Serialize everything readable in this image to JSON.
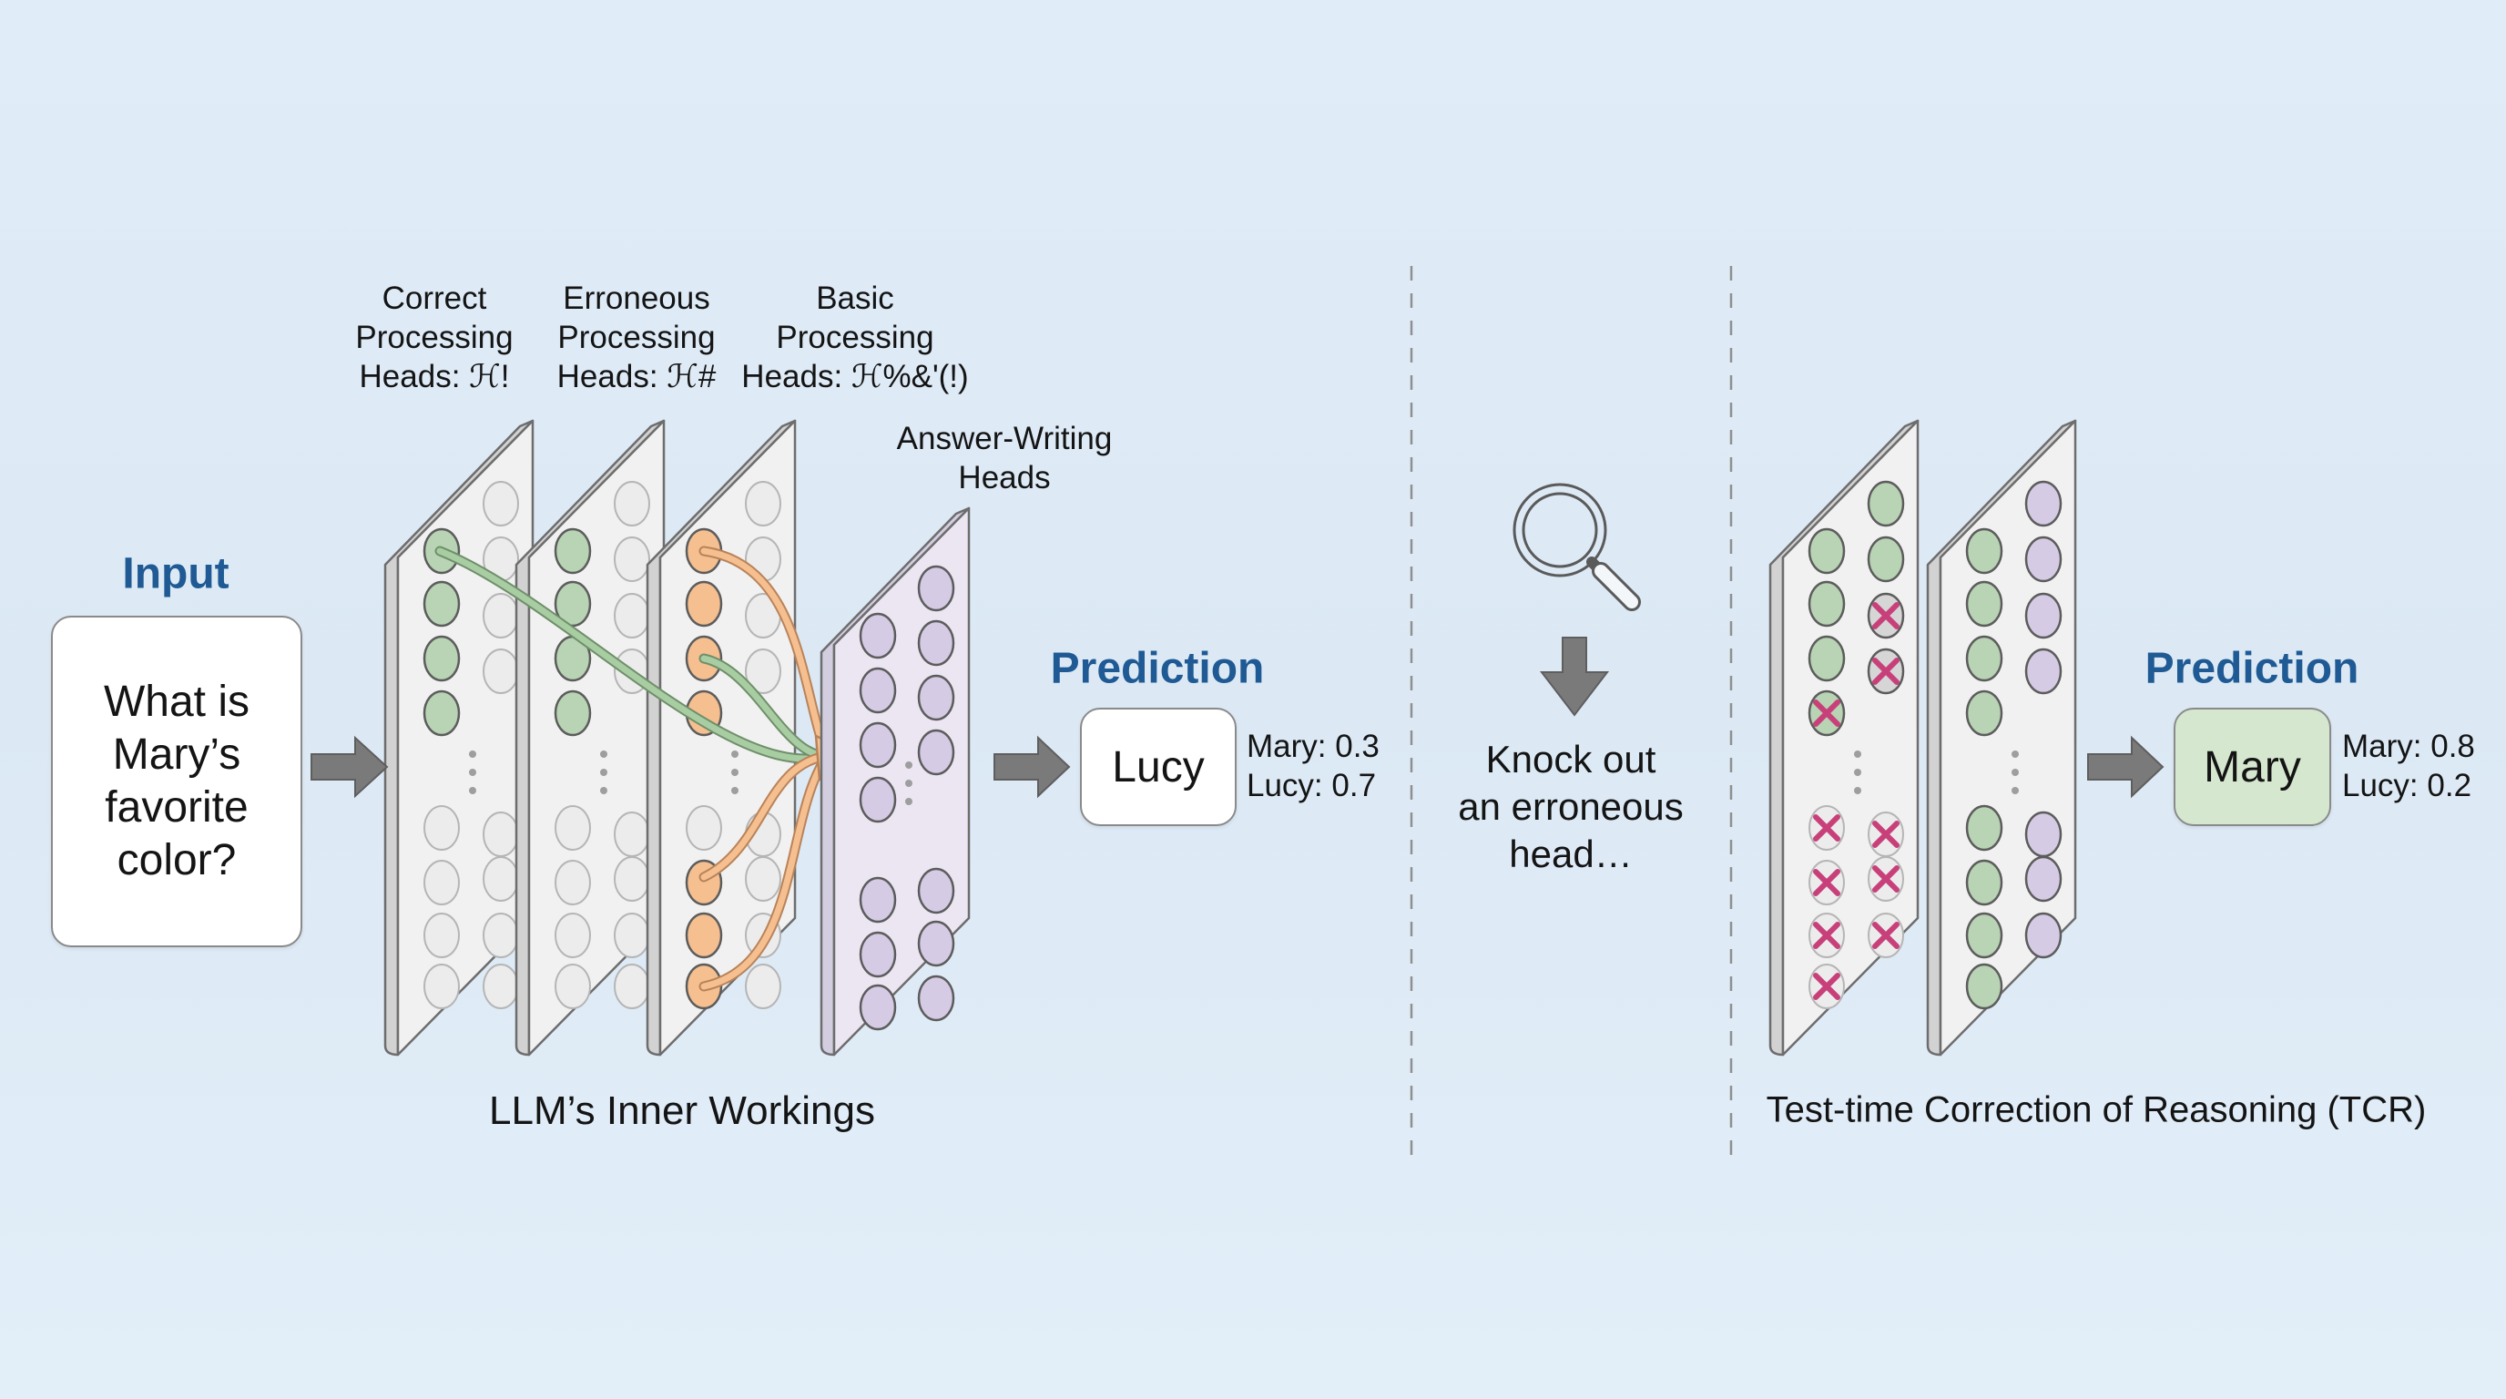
{
  "left": {
    "input_title": "Input",
    "input_question_lines": [
      "What is",
      "Mary’s",
      "favorite",
      "color?"
    ],
    "head_labels": [
      {
        "lines": [
          "Correct",
          "Processing",
          "Heads: ℋ!"
        ]
      },
      {
        "lines": [
          "Erroneous",
          "Processing",
          "Heads: ℋ#"
        ]
      },
      {
        "lines": [
          "Basic",
          "Processing",
          "Heads: ℋ%&'(!)"
        ]
      }
    ],
    "answer_heads_label": [
      "Answer-Writing",
      "Heads"
    ],
    "prediction_title": "Prediction",
    "prediction_value": "Lucy",
    "probabilities": [
      {
        "label": "Mary: 0.3"
      },
      {
        "label": "Lucy: 0.7"
      }
    ],
    "caption": "LLM’s Inner Workings"
  },
  "middle": {
    "icon": "magnifier-icon",
    "arrow_icon": "down-arrow-icon",
    "knockout_lines": [
      "Knock out",
      "an erroneous",
      "head…"
    ]
  },
  "right": {
    "prediction_title": "Prediction",
    "prediction_value": "Mary",
    "probabilities": [
      {
        "label": "Mary: 0.8"
      },
      {
        "label": "Lucy: 0.2"
      }
    ],
    "caption": "Test-time Correction of Reasoning (TCR)"
  },
  "panels": {
    "left_layers": [
      {
        "name": "correct-processing-layer",
        "face": "#f1f1f1",
        "left": [
          "green",
          "green",
          "green",
          "green",
          "empty",
          "empty",
          "empty",
          "empty"
        ],
        "right": [
          "empty",
          "empty",
          "empty",
          "empty",
          "empty",
          "empty",
          "empty",
          "empty"
        ]
      },
      {
        "name": "erroneous-processing-layer",
        "face": "#f1f1f1",
        "left": [
          "green",
          "green",
          "green",
          "green",
          "empty",
          "empty",
          "empty",
          "empty"
        ],
        "right": [
          "empty",
          "empty",
          "empty",
          "empty",
          "empty",
          "empty",
          "empty",
          "empty"
        ]
      },
      {
        "name": "basic-processing-layer",
        "face": "#f1f1f1",
        "left": [
          "orange",
          "orange",
          "orange",
          "orange",
          "empty",
          "orange",
          "orange",
          "orange"
        ],
        "right": [
          "empty",
          "empty",
          "empty",
          "empty",
          "empty",
          "empty",
          "empty",
          "empty"
        ]
      },
      {
        "name": "answer-writing-layer",
        "face": "#ece6f3",
        "left": [
          "purple",
          "purple",
          "purple",
          "purple",
          "purple",
          "purple",
          "purple",
          "purple"
        ],
        "right": [
          "purple",
          "purple",
          "purple",
          "purple",
          "purple",
          "purple",
          "purple",
          "purple"
        ]
      }
    ],
    "tcr_layers": [
      {
        "name": "tcr-processing-layer",
        "face": "#f1f1f1",
        "left": [
          "green",
          "green",
          "green",
          "green-x",
          "x",
          "x",
          "x",
          "x"
        ],
        "right": [
          "green",
          "green",
          "gray-x",
          "gray-x",
          "x",
          "x",
          "x",
          "hidden"
        ]
      },
      {
        "name": "tcr-answer-layer",
        "face": "#f1f1f1",
        "left": [
          "green",
          "green",
          "green",
          "green",
          "green",
          "green",
          "green",
          "green"
        ],
        "right": [
          "purple",
          "purple",
          "purple",
          "purple",
          "purple",
          "purple",
          "purple",
          "hidden"
        ]
      }
    ]
  },
  "colors": {
    "title_blue": "#1f5a94",
    "green": "#b8d4b4",
    "orange": "#f5bf90",
    "purple": "#d6cbe5",
    "empty": "#ececec",
    "knockout_x": "#c8407a",
    "arrow_gray": "#7a7a7a"
  }
}
